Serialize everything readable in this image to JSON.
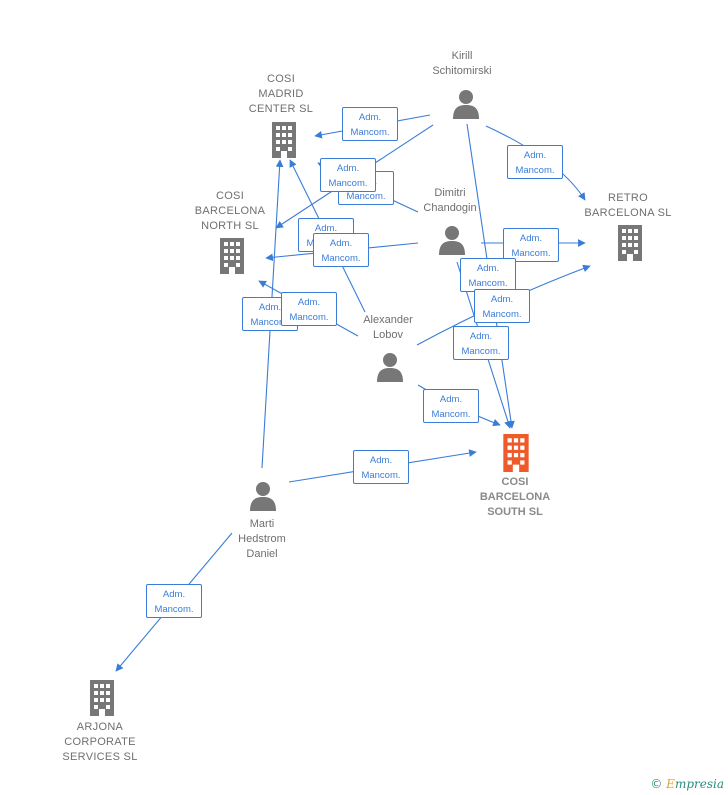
{
  "nodes": {
    "kirill": "Kirill\nSchitomirski",
    "cosi_madrid": "COSI\nMADRID\nCENTER  SL",
    "cosi_barcelona_north": "COSI\nBARCELONA\nNORTH  SL",
    "dimitri": "Dimitri\nChandogin",
    "retro": "RETRO\nBARCELONA SL",
    "alexander": "Alexander\nLobov",
    "cosi_south": "COSI\nBARCELONA\nSOUTH  SL",
    "marti": "Marti\nHedstrom\nDaniel",
    "arjona": "ARJONA\nCORPORATE\nSERVICES  SL"
  },
  "edge_label_text": "Adm.\nMancom.",
  "colors": {
    "edge": "#3a7dd8",
    "person_icon": "#777777",
    "company_icon": "#777777",
    "focus_company_icon": "#f05a28"
  },
  "watermark": {
    "copyright": "©",
    "brand": "mpresia",
    "brand_initial": "E"
  }
}
